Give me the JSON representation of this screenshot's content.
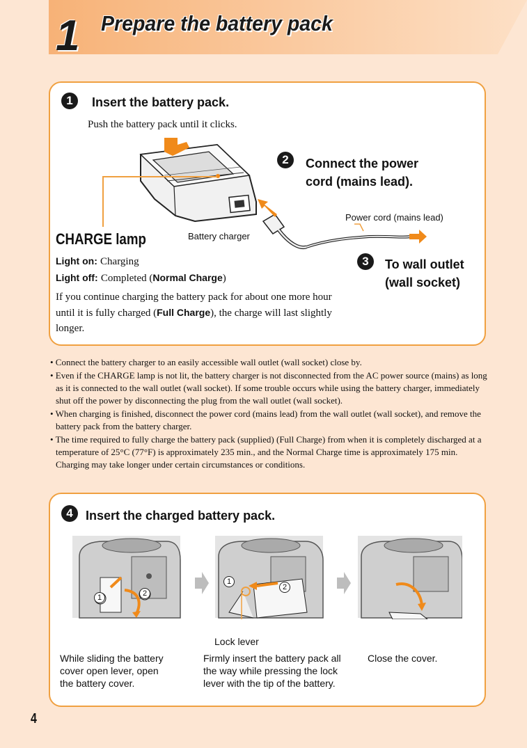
{
  "header": {
    "step_number": "1",
    "title": "Prepare the battery pack"
  },
  "charging_panel": {
    "step1": {
      "number": "1",
      "title": "Insert the battery pack.",
      "description": "Push the battery pack until it clicks."
    },
    "step2": {
      "number": "2",
      "title_line1": "Connect the power",
      "title_line2": "cord (mains lead)."
    },
    "step3": {
      "number": "3",
      "title_line1": "To wall outlet",
      "title_line2": "(wall socket)"
    },
    "labels": {
      "battery_charger": "Battery charger",
      "power_cord": "Power cord (mains lead)"
    },
    "charge_lamp": {
      "title": "CHARGE lamp",
      "light_on_label": "Light on:",
      "light_on_value": "Charging",
      "light_off_label": "Light off:",
      "light_off_value_prefix": "Completed (",
      "light_off_value_bold": "Normal Charge",
      "light_off_value_suffix": ")",
      "continue_text_line1": "If you continue charging the battery pack for about one more hour",
      "continue_text_line2_prefix": "until it is fully charged (",
      "continue_text_line2_bold": "Full Charge",
      "continue_text_line2_suffix": "), the charge will last slightly",
      "continue_text_line3": "longer."
    }
  },
  "notes": [
    "• Connect the battery charger to an easily accessible wall outlet (wall socket) close by.",
    "• Even if the CHARGE lamp is not lit, the battery charger is not disconnected from the AC power source (mains) as long as it is connected to the wall outlet (wall socket). If some trouble occurs while using the battery charger, immediately shut off the power by disconnecting the plug from the wall outlet (wall socket).",
    "• When charging is finished, disconnect the power cord (mains lead) from the wall outlet (wall socket), and remove the battery pack from the battery charger.",
    "• The time required to fully charge the battery pack (supplied) (Full Charge) from when it is completely discharged at a temperature of 25°C (77°F) is approximately 235 min., and the Normal Charge time is approximately 175 min. Charging may take longer under certain circumstances or conditions."
  ],
  "insert_panel": {
    "step4": {
      "number": "4",
      "title": "Insert the charged battery pack."
    },
    "lock_lever_label": "Lock lever",
    "markers": {
      "one": "1",
      "two": "2"
    },
    "captions": [
      {
        "line1": "While sliding the battery",
        "line2": "cover open lever, open",
        "line3": "the battery cover."
      },
      {
        "line1": "Firmly insert the battery pack all",
        "line2": "the way while pressing the lock",
        "line3": "lever with the tip of the battery."
      },
      {
        "line1": "Close the cover.",
        "line2": "",
        "line3": ""
      }
    ]
  },
  "page_number": "4",
  "colors": {
    "background": "#fde6d3",
    "accent": "#f0a040",
    "banner": "#f9c99a",
    "arrow": "#f08a1a"
  }
}
